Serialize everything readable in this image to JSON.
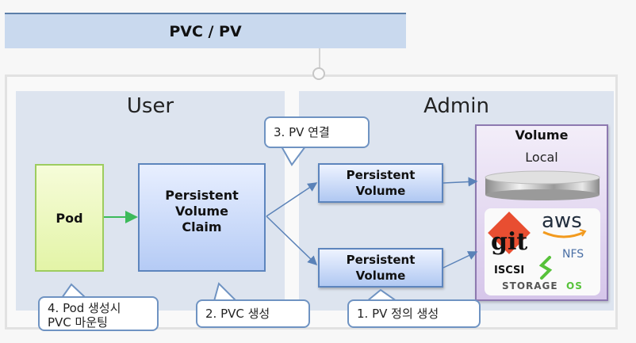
{
  "title": "PVC / PV",
  "panels": {
    "user": "User",
    "admin": "Admin"
  },
  "nodes": {
    "pod": "Pod",
    "pvc": [
      "Persistent",
      "Volume",
      "Claim"
    ],
    "pv_top": [
      "Persistent",
      "Volume"
    ],
    "pv_bottom": [
      "Persistent",
      "Volume"
    ]
  },
  "volume": {
    "title": "Volume",
    "local_label": "Local",
    "logos": {
      "git": "git",
      "aws": "aws",
      "nfs": "NFS",
      "iscsi": "ISCSI",
      "storageos_a": "STORAGE",
      "storageos_b": "OS"
    }
  },
  "callouts": {
    "step1": "1. PV 정의 생성",
    "step2": "2. PVC 생성",
    "step3": "3. PV 연결",
    "step4_line1": "4. Pod 생성시",
    "step4_line2": "PVC 마운팅"
  },
  "colors": {
    "pod_arrow": "#3cba5a",
    "link_arrow": "#5a82b8",
    "git": "#e84e31",
    "aws_smile": "#f29a1e",
    "storageos": "#57c23a"
  }
}
